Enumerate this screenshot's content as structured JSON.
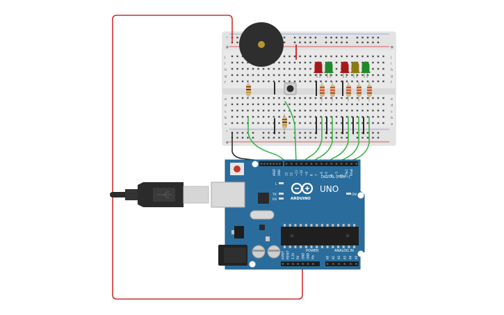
{
  "board": {
    "name": "UNO",
    "brand": "ARDUINO",
    "digital_label": "DIGITAL (PWM~)",
    "power_label": "POWER",
    "analog_label": "ANALOG IN",
    "on_label": "ON",
    "l_label": "L",
    "tx_label": "TX",
    "rx_label": "RX",
    "aref_label": "AREF",
    "gnd_label": "GND",
    "digital_pins": [
      "13",
      "12",
      "~11",
      "~10",
      "~9",
      "8",
      "7",
      "~6",
      "~5",
      "4",
      "~3",
      "2",
      "TX▸1",
      "RX◂0"
    ],
    "power_pins": [
      "IOREF",
      "RESET",
      "3.3V",
      "5V",
      "GND",
      "GND",
      "Vin"
    ],
    "analog_pins": [
      "A0",
      "A1",
      "A2",
      "A3",
      "A4",
      "A5"
    ]
  },
  "breadboard": {
    "row_letters_top": [
      "j",
      "i",
      "h",
      "g",
      "f"
    ],
    "row_letters_bottom": [
      "e",
      "d",
      "c",
      "b",
      "a"
    ],
    "rail_plus": "+",
    "rail_minus": "-"
  },
  "components": {
    "leds": [
      {
        "color": "red"
      },
      {
        "color": "green"
      },
      {
        "color": "red"
      },
      {
        "color": "yellow"
      },
      {
        "color": "green"
      }
    ]
  },
  "colors": {
    "board": "#2a6d9c",
    "board_edge": "#1f5a84",
    "wire_red": "#cf2f2f",
    "wire_green": "#3bb54a",
    "wire_black": "#2b2b2b",
    "breadboard": "#eeeeee",
    "led_red": "#a81818",
    "led_green": "#1f8a2c",
    "led_yellow": "#8a7a12",
    "buzzer": "#2e2e2e"
  }
}
